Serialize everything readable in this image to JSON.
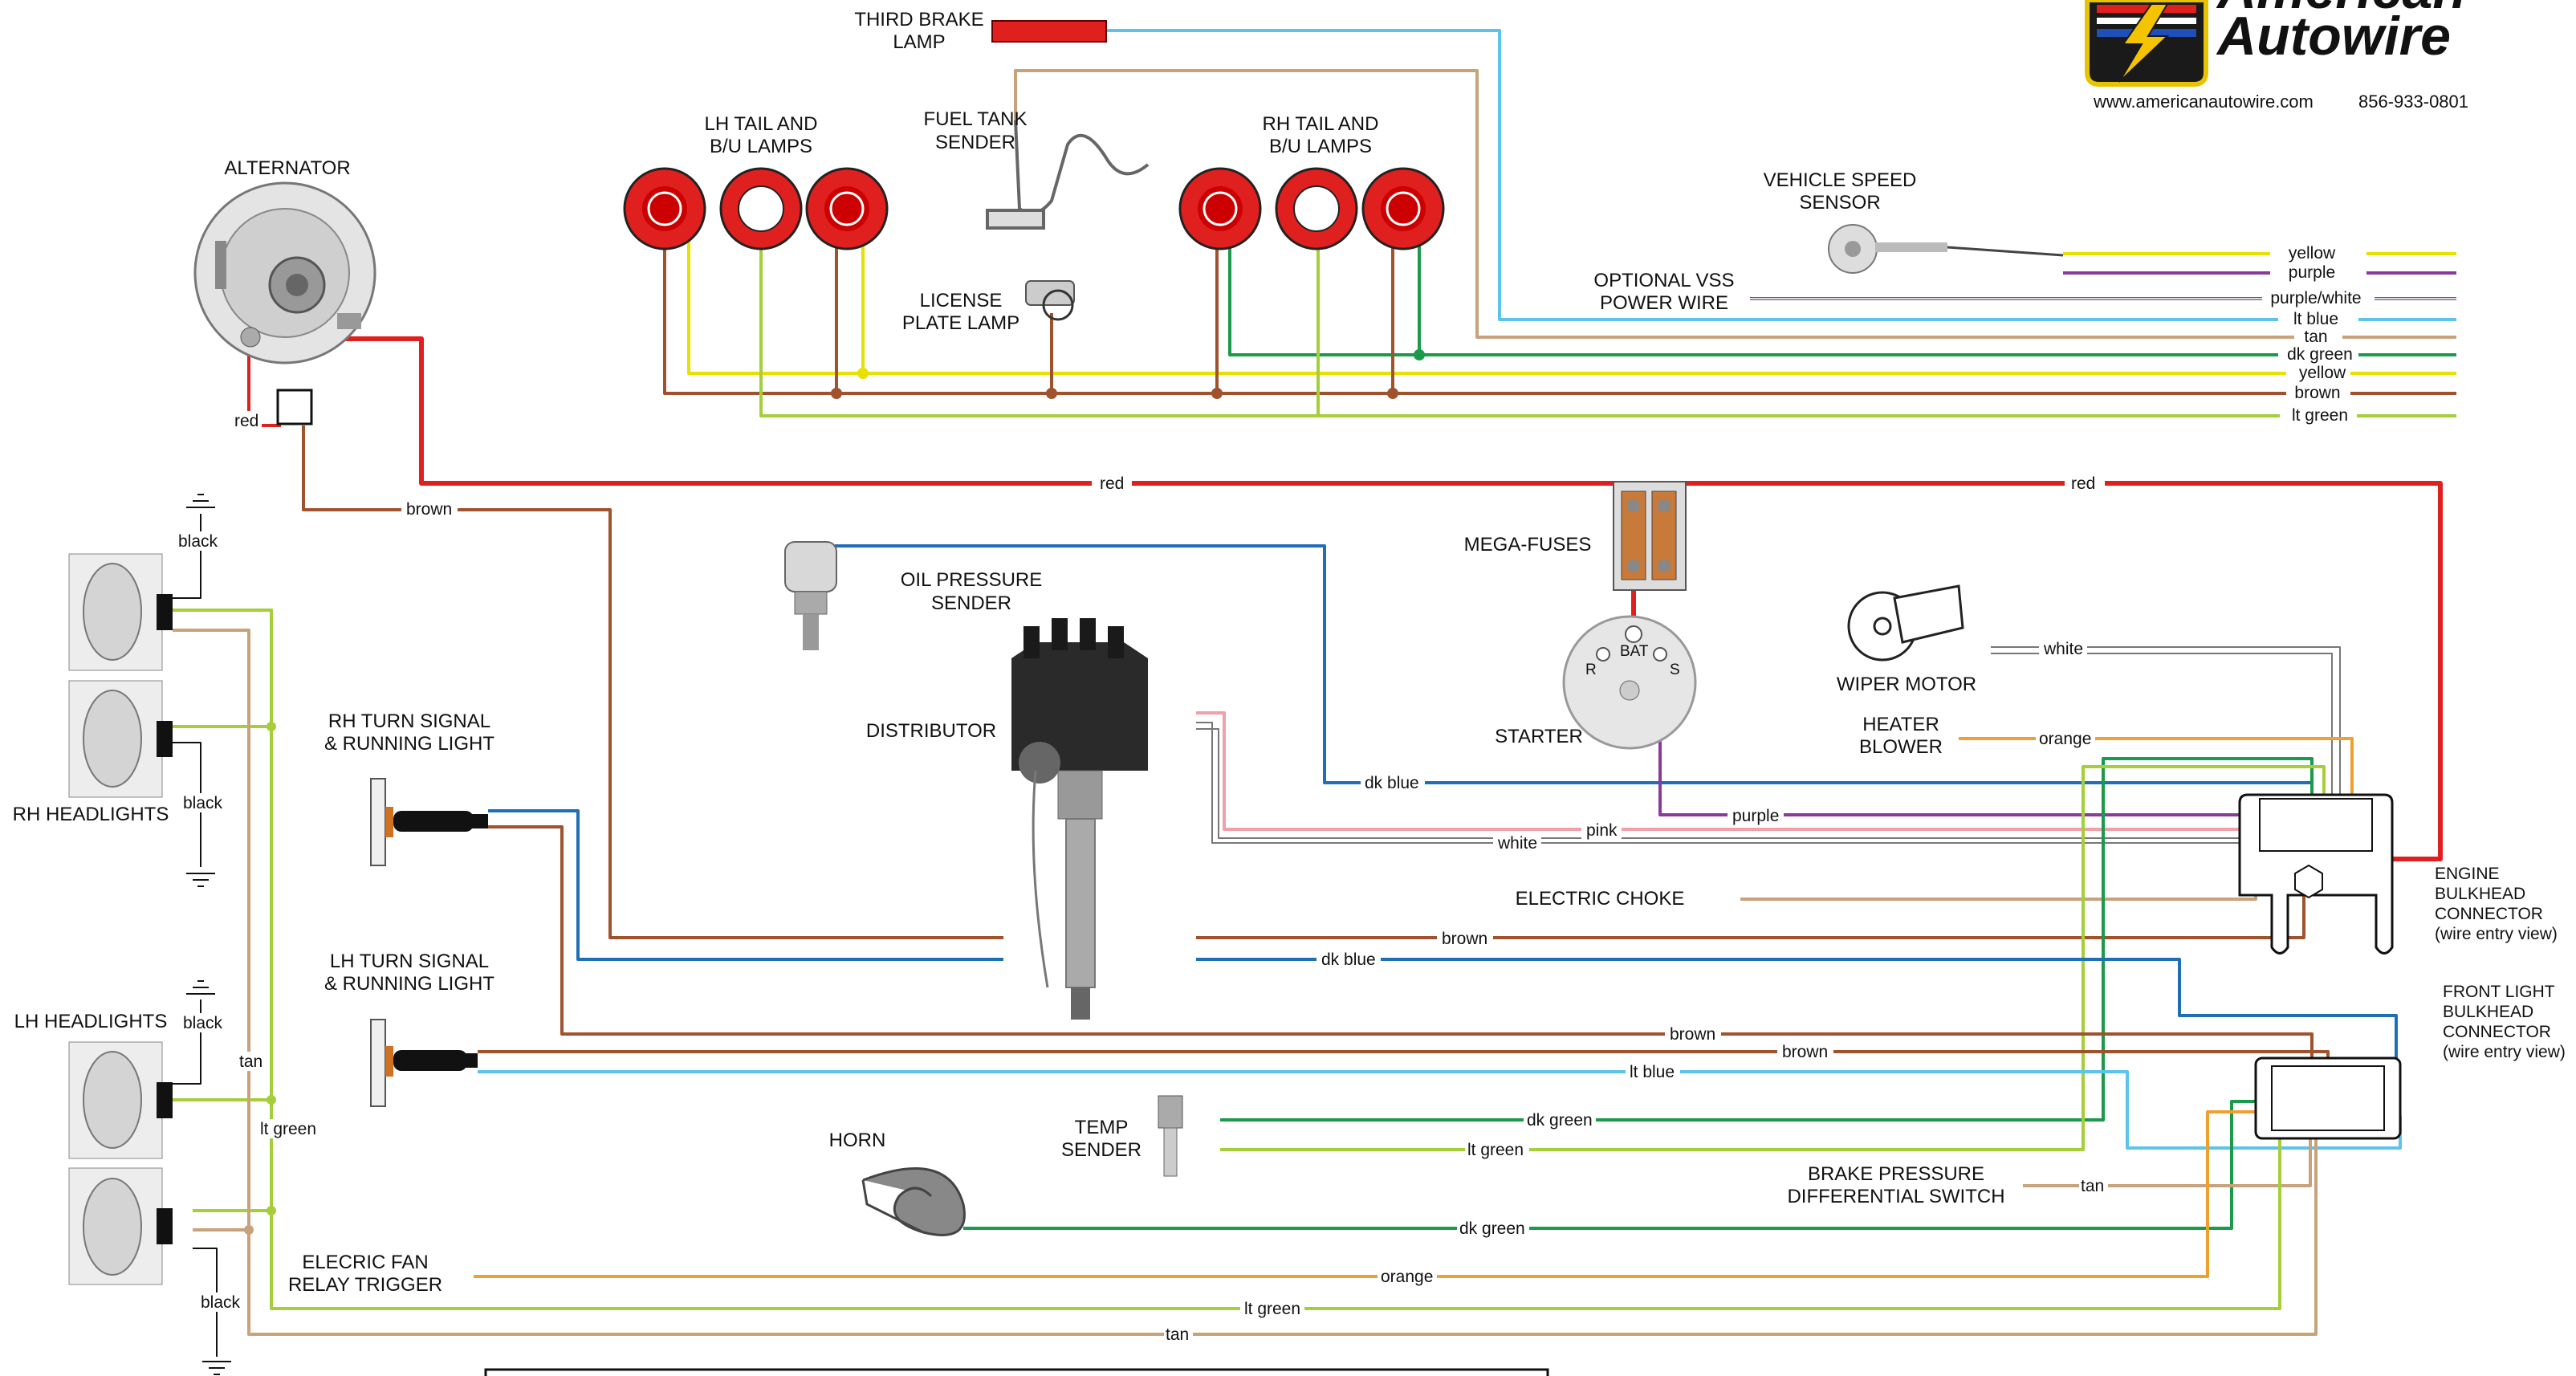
{
  "brand": {
    "name_line1": "American",
    "name_line2": "Autowire",
    "website": "www.americanautowire.com",
    "phone": "856-933-0801"
  },
  "components": {
    "third_brake": [
      "THIRD BRAKE",
      "LAMP"
    ],
    "lh_tail": [
      "LH TAIL AND",
      "B/U LAMPS"
    ],
    "rh_tail": [
      "RH TAIL AND",
      "B/U LAMPS"
    ],
    "fuel_tank": [
      "FUEL TANK",
      "SENDER"
    ],
    "license": [
      "LICENSE",
      "PLATE LAMP"
    ],
    "vss": [
      "VEHICLE SPEED",
      "SENSOR"
    ],
    "vss_power": [
      "OPTIONAL VSS",
      "POWER WIRE"
    ],
    "alternator": [
      "ALTERNATOR"
    ],
    "mega_fuses": [
      "MEGA-FUSES"
    ],
    "oil_pressure": [
      "OIL PRESSURE",
      "SENDER"
    ],
    "distributor": [
      "DISTRIBUTOR"
    ],
    "starter": [
      "STARTER"
    ],
    "starter_terminals": {
      "bat": "BAT",
      "r": "R",
      "s": "S"
    },
    "wiper": [
      "WIPER MOTOR"
    ],
    "heater": [
      "HEATER",
      "BLOWER"
    ],
    "rh_turn": [
      "RH TURN SIGNAL",
      "& RUNNING LIGHT"
    ],
    "lh_turn": [
      "LH TURN SIGNAL",
      "& RUNNING LIGHT"
    ],
    "rh_headlights": [
      "RH HEADLIGHTS"
    ],
    "lh_headlights": [
      "LH HEADLIGHTS"
    ],
    "electric_choke": [
      "ELECTRIC CHOKE"
    ],
    "engine_bulkhead": [
      "ENGINE",
      "BULKHEAD",
      "CONNECTOR",
      "(wire entry view)"
    ],
    "front_light_bulkhead": [
      "FRONT LIGHT",
      "BULKHEAD",
      "CONNECTOR",
      "(wire entry view)"
    ],
    "horn": [
      "HORN"
    ],
    "temp": [
      "TEMP",
      "SENDER"
    ],
    "brake_pressure": [
      "BRAKE PRESSURE",
      "DIFFERENTIAL SWITCH"
    ],
    "fan_relay": [
      "ELECRIC FAN",
      "RELAY TRIGGER"
    ]
  },
  "wire_colors": {
    "red": "#e0201f",
    "brown": "#a0522d",
    "tan": "#c8a27a",
    "yellow": "#e8e000",
    "lt_green": "#a4cf3a",
    "dk_green": "#1a9a4a",
    "lt_blue": "#5bc4ec",
    "dk_blue": "#1f6fb8",
    "purple": "#8a3a9a",
    "orange": "#f0a030",
    "pink": "#f0a0a8",
    "white": "#777777",
    "black": "#111111"
  },
  "wire_labels": {
    "red": "red",
    "brown": "brown",
    "black": "black",
    "tan": "tan",
    "lt_green": "lt green",
    "dk_green": "dk green",
    "lt_blue": "lt blue",
    "dk_blue": "dk blue",
    "purple": "purple",
    "orange": "orange",
    "pink": "pink",
    "white": "white",
    "yellow": "yellow",
    "purple_white": "purple/white"
  }
}
